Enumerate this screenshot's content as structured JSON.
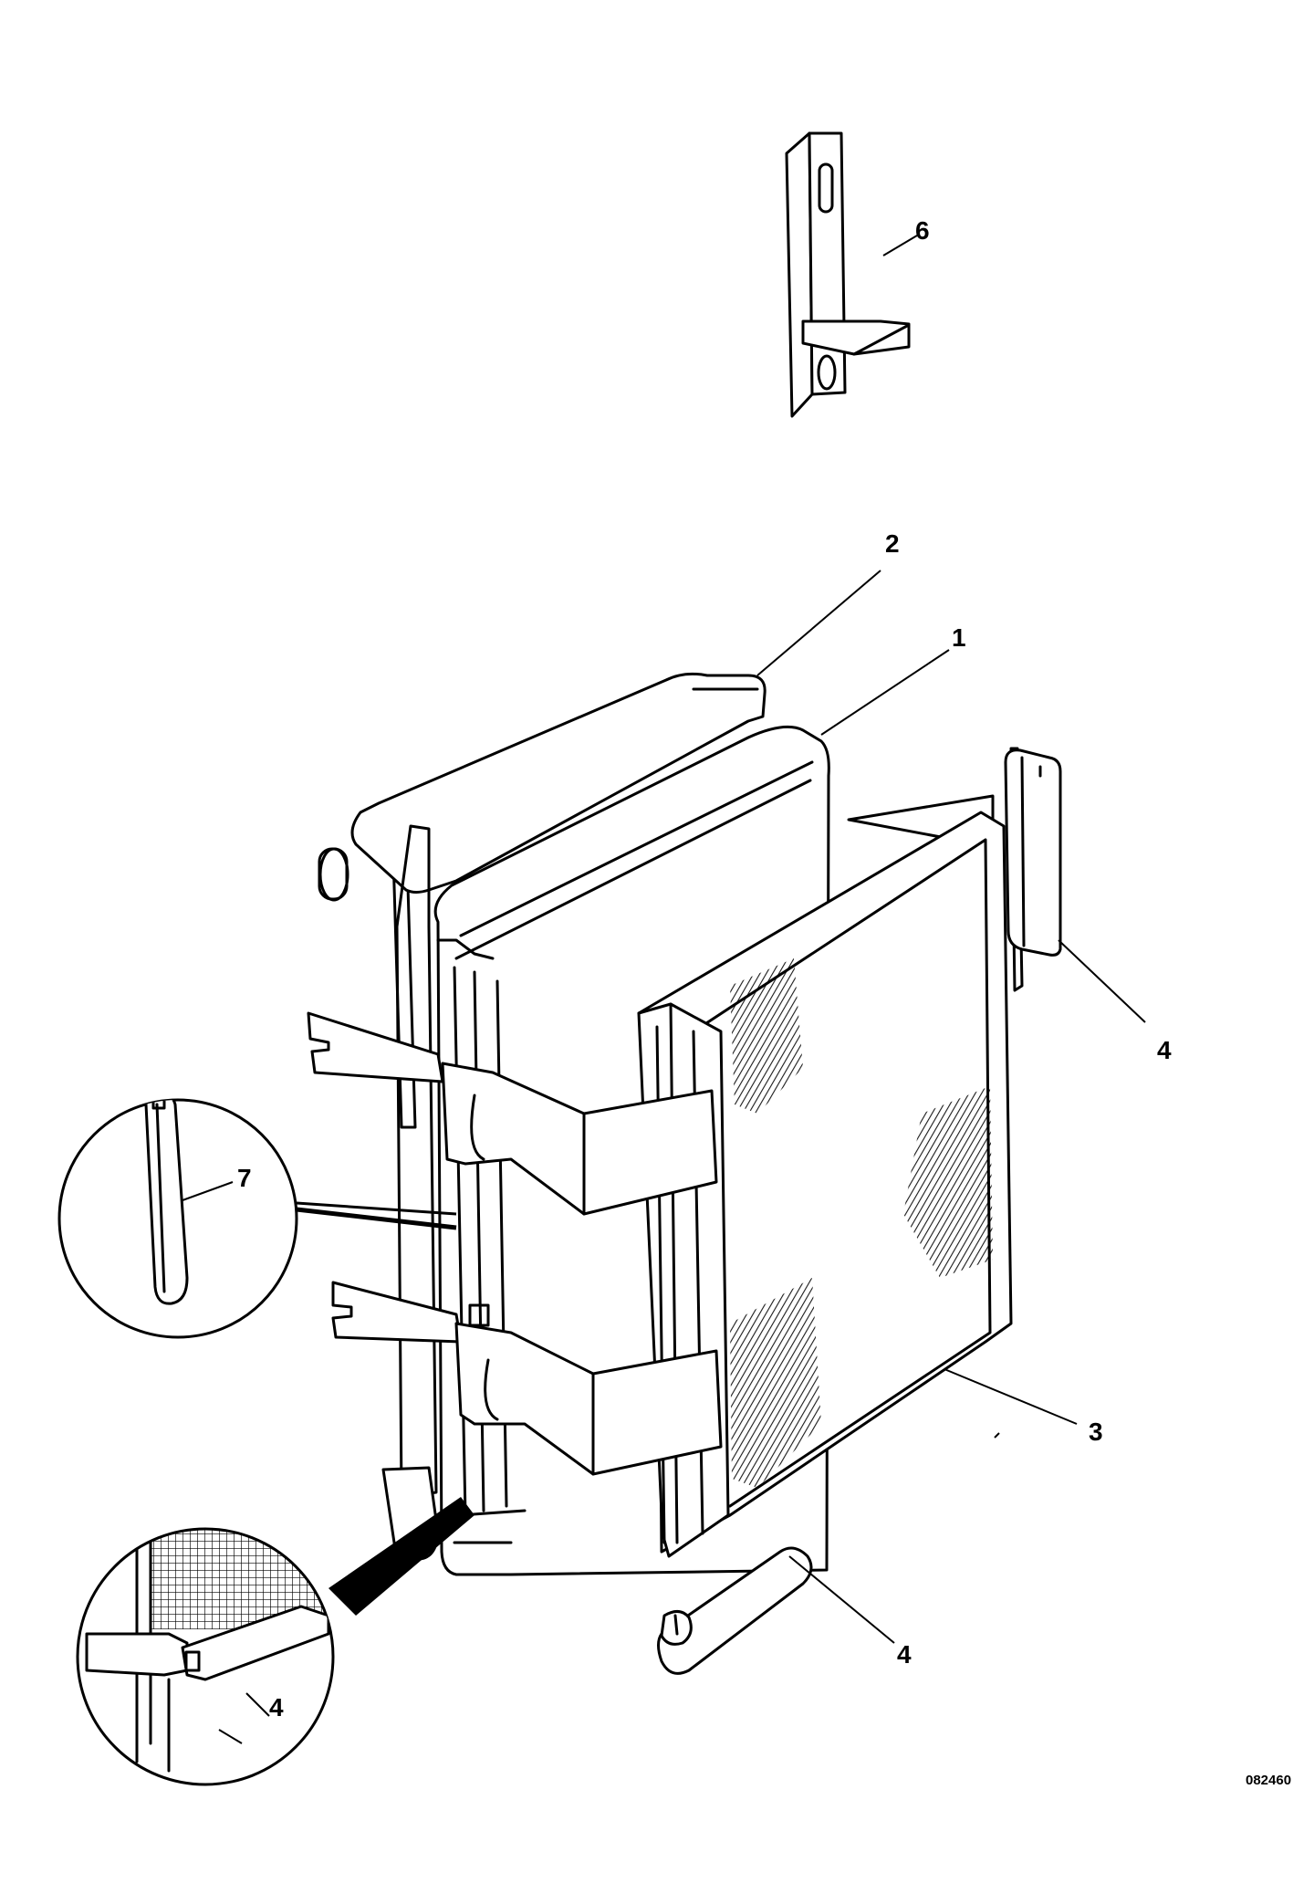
{
  "callouts": {
    "c1": "1",
    "c2": "2",
    "c3": "3",
    "c4_top": "4",
    "c4_bottom": "4",
    "c4_detail": "4",
    "c6": "6",
    "c7": "7"
  },
  "reference_code": "082460"
}
